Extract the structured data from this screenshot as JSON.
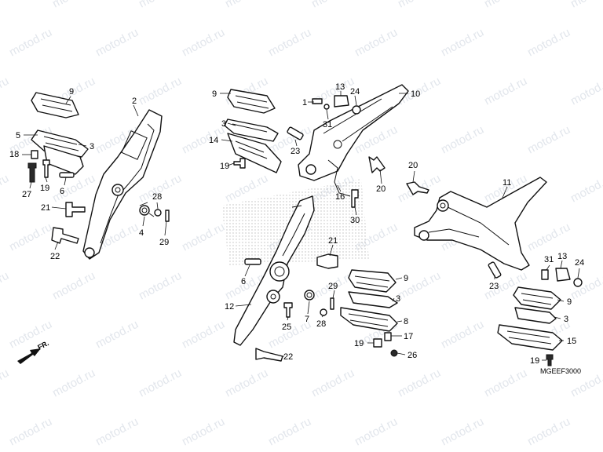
{
  "watermark": "motod.ru",
  "diagram_code": "MGEEF3000",
  "direction_label": "FR.",
  "callouts": [
    "1",
    "2",
    "3",
    "4",
    "5",
    "6",
    "7",
    "8",
    "9",
    "10",
    "11",
    "12",
    "13",
    "14",
    "15",
    "16",
    "17",
    "18",
    "19",
    "20",
    "21",
    "22",
    "23",
    "24",
    "25",
    "26",
    "27",
    "28",
    "29",
    "30",
    "31"
  ],
  "colors": {
    "ink": "#111111",
    "watermark": "#e2e6ec",
    "hatch": "#bdbdbd"
  }
}
